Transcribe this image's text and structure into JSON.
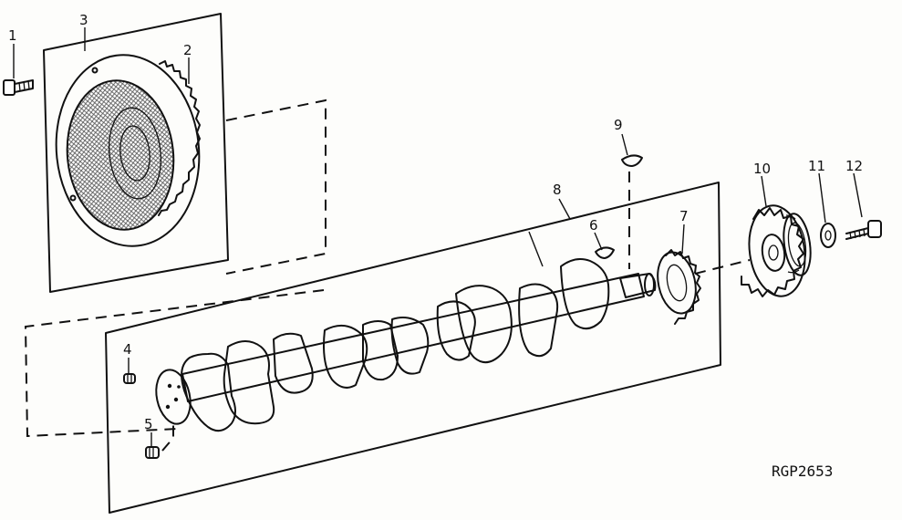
{
  "figure_id": "RGP2653",
  "callouts": {
    "c1": "1",
    "c2": "2",
    "c3": "3",
    "c4": "4",
    "c5": "5",
    "c6": "6",
    "c7": "7",
    "c8": "8",
    "c9": "9",
    "c10": "10",
    "c11": "11",
    "c12": "12"
  }
}
